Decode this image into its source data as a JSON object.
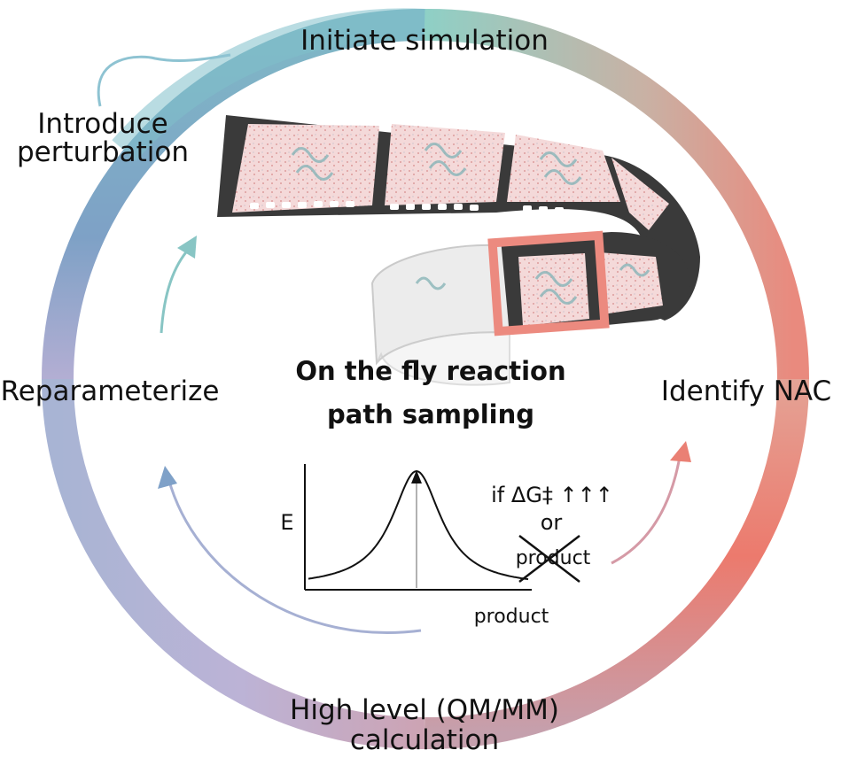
{
  "steps": {
    "initiate": "Initiate simulation",
    "introduce_1": "Introduce",
    "introduce_2": "perturbation",
    "reparameterize": "Reparameterize",
    "identify": "Identify NAC",
    "high_level_1": "High level (QM/MM)",
    "high_level_2": "calculation"
  },
  "center": {
    "title_1": "On the fly reaction",
    "title_2": "path sampling"
  },
  "energy_plot": {
    "y_label": "E",
    "x_label": "product"
  },
  "condition": {
    "line_1": "if ΔG‡ ↑↑↑",
    "line_2": "or",
    "line_3": "product"
  },
  "colors": {
    "teal": "#8ecfc7",
    "blue": "#7fa8c9",
    "lavender": "#b9b2d6",
    "salmon": "#ea8074",
    "film": "#3a3a3a",
    "highlight": "#ec8a7f"
  }
}
